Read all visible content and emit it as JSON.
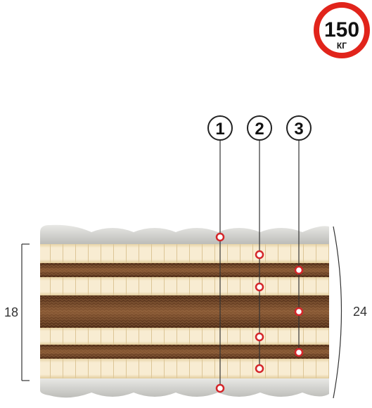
{
  "load_badge": {
    "value": "150",
    "unit": "КГ",
    "ring_color": "#e1241b"
  },
  "callouts": [
    {
      "number": "1",
      "marker_color": "#d4262a"
    },
    {
      "number": "2",
      "marker_color": "#d4262a"
    },
    {
      "number": "3",
      "marker_color": "#d4262a"
    }
  ],
  "dimensions": {
    "core_height": "18",
    "total_height": "24"
  },
  "colors": {
    "cover": "#d9d9d6",
    "latex": "#f3e6c6",
    "coconut": "#6e4428",
    "line": "#333333"
  }
}
